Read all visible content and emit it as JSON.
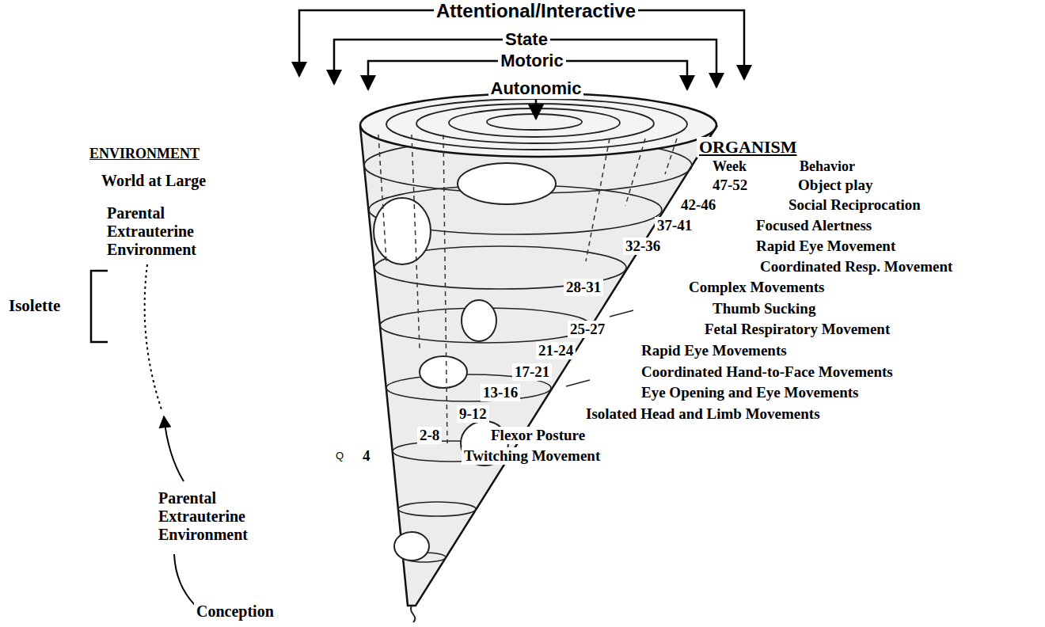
{
  "diagram": {
    "labels": [
      "Attentional/Interactive",
      "State",
      "Motoric",
      "Autonomic",
      "ENVIRONMENT",
      "World at Large",
      "Parental Extrauterine Environment",
      "Isolette",
      "Parental Extrauterine Environment",
      "Conception",
      "ORGANISM",
      "Week",
      "Behavior",
      "47-52",
      "Object play",
      "42-46",
      "Social Reciprocation",
      "37-41",
      "Focused Alertness",
      "32-36",
      "Rapid Eye Movement",
      "Coordinated Resp. Movement",
      "28-31",
      "Complex Movements",
      "Thumb Sucking",
      "25-27",
      "Fetal Respiratory Movement",
      "21-24",
      "Rapid Eye Movements",
      "17-21",
      "Coordinated Hand-to-Face Movements",
      "13-16",
      "Eye Opening and Eye Movements",
      "9-12",
      "Isolated Head and Limb Movements",
      "2-8",
      "Flexor Posture",
      "Q",
      "4",
      "Twitching Movement"
    ]
  }
}
